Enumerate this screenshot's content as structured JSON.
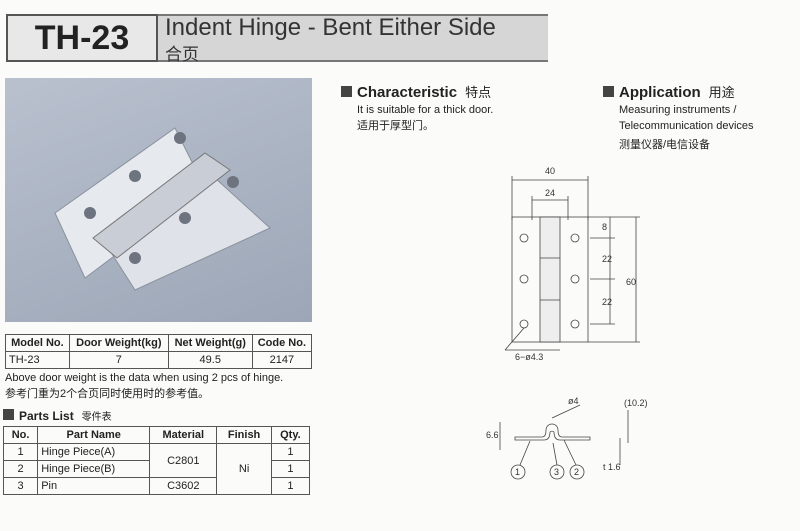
{
  "header": {
    "code": "TH-23",
    "title": "Indent Hinge - Bent Either Side",
    "subtitle_cn": "合页"
  },
  "spec_table": {
    "headers": [
      "Model No.",
      "Door Weight(kg)",
      "Net Weight(g)",
      "Code No."
    ],
    "row": [
      "TH-23",
      "7",
      "49.5",
      "2147"
    ]
  },
  "notes": [
    "Above door weight is the data when using 2 pcs of hinge.",
    "参考门重为2个合页同时使用时的参考值。"
  ],
  "parts_list": {
    "title": "Parts List",
    "title_cn": "零件表",
    "headers": [
      "No.",
      "Part Name",
      "Material",
      "Finish",
      "Qty."
    ],
    "rows": [
      {
        "no": "1",
        "name": "Hinge Piece(A)",
        "qty": "1"
      },
      {
        "no": "2",
        "name": "Hinge Piece(B)",
        "qty": "1"
      },
      {
        "no": "3",
        "name": "Pin",
        "qty": "1"
      }
    ],
    "material_a_b": "C2801",
    "material_pin": "C3602",
    "finish": "Ni"
  },
  "characteristic": {
    "title": "Characteristic",
    "title_cn": "特点",
    "lines": [
      "It is suitable for a thick door.",
      "适用于厚型门。"
    ]
  },
  "application": {
    "title": "Application",
    "title_cn": "用途",
    "lines": [
      "Measuring instruments /",
      "Telecommunication devices",
      "测量仪器/电信设备"
    ]
  },
  "drawing": {
    "width": "40",
    "knuckle": "24",
    "height": "60",
    "top": "8",
    "pitch1": "22",
    "pitch2": "22",
    "holes": "6−ø4.3",
    "pin": "ø4",
    "overall": "(10.2)",
    "offset": "6.6",
    "thickness": "t 1.6",
    "callouts": [
      "1",
      "3",
      "2"
    ]
  }
}
